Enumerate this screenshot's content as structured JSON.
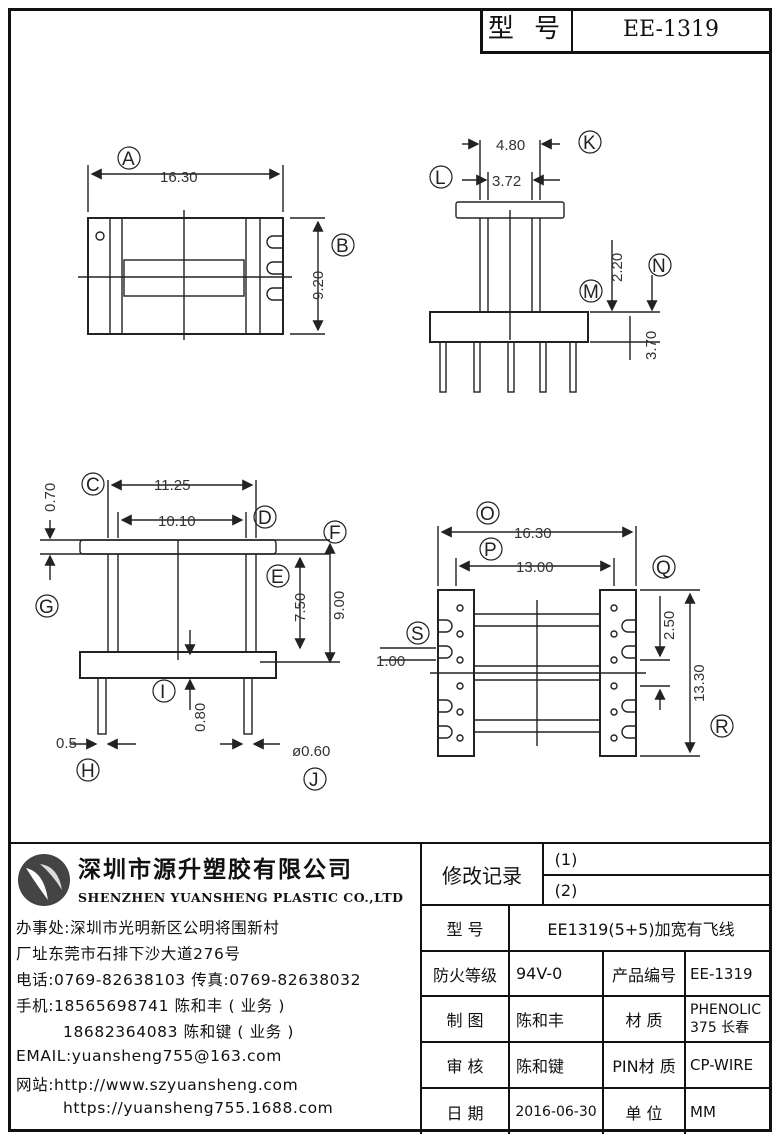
{
  "header": {
    "model_label": "型 号",
    "model_value": "EE-1319"
  },
  "dims": {
    "a_width": "16.30",
    "b_height": "9.20",
    "k_width": "4.80",
    "l_width": "3.72",
    "m_height": "2.20",
    "n_height": "3.70",
    "c_width": "11.25",
    "d_width": "10.10",
    "f_thick": "0.70",
    "e_height": "7.50",
    "total_height": "9.00",
    "i_height": "0.80",
    "h_pin": "0.5",
    "j_pin": "ø0.60",
    "o_width": "16.30",
    "p_width": "13.00",
    "q_pitch": "2.50",
    "r_height": "13.30",
    "s_gap": "1.00"
  },
  "tags": [
    "A",
    "B",
    "K",
    "L",
    "M",
    "N",
    "C",
    "D",
    "F",
    "G",
    "E",
    "I",
    "H",
    "J",
    "O",
    "P",
    "Q",
    "S",
    "R"
  ],
  "company": {
    "name_cn": "深圳市源升塑胶有限公司",
    "name_en": "SHENZHEN YUANSHENG PLASTIC CO.,LTD",
    "office": "办事处:深圳市光明新区公明将围新村",
    "factory": "厂址东莞市石排下沙大道276号",
    "phone": "电话:0769-82638103 传真:0769-82638032",
    "mobile1": "手机:18565698741 陈和丰 ( 业务 )",
    "mobile2": "18682364083 陈和键 ( 业务 )",
    "email": "EMAIL:yuansheng755@163.com",
    "website1": "网站:http://www.szyuansheng.com",
    "website2": "https://yuansheng755.1688.com"
  },
  "table": {
    "revision_label": "修改记录",
    "rev1": "(1)",
    "rev2": "(2)",
    "model_label": "型 号",
    "model_value": "EE1319(5+5)加宽有飞线",
    "fire_label": "防火等级",
    "fire_value": "94V-0",
    "product_no_label": "产品编号",
    "product_no_value": "EE-1319",
    "drawn_label": "制 图",
    "drawn_value": "陈和丰",
    "material_label": "材 质",
    "material_value1": "PHENOLIC",
    "material_value2": "375 长春",
    "review_label": "审 核",
    "review_value": "陈和键",
    "pin_material_label": "PIN材 质",
    "pin_material_value": "CP-WIRE",
    "date_label": "日 期",
    "date_value": "2016-06-30",
    "unit_label": "单 位",
    "unit_value": "MM"
  }
}
